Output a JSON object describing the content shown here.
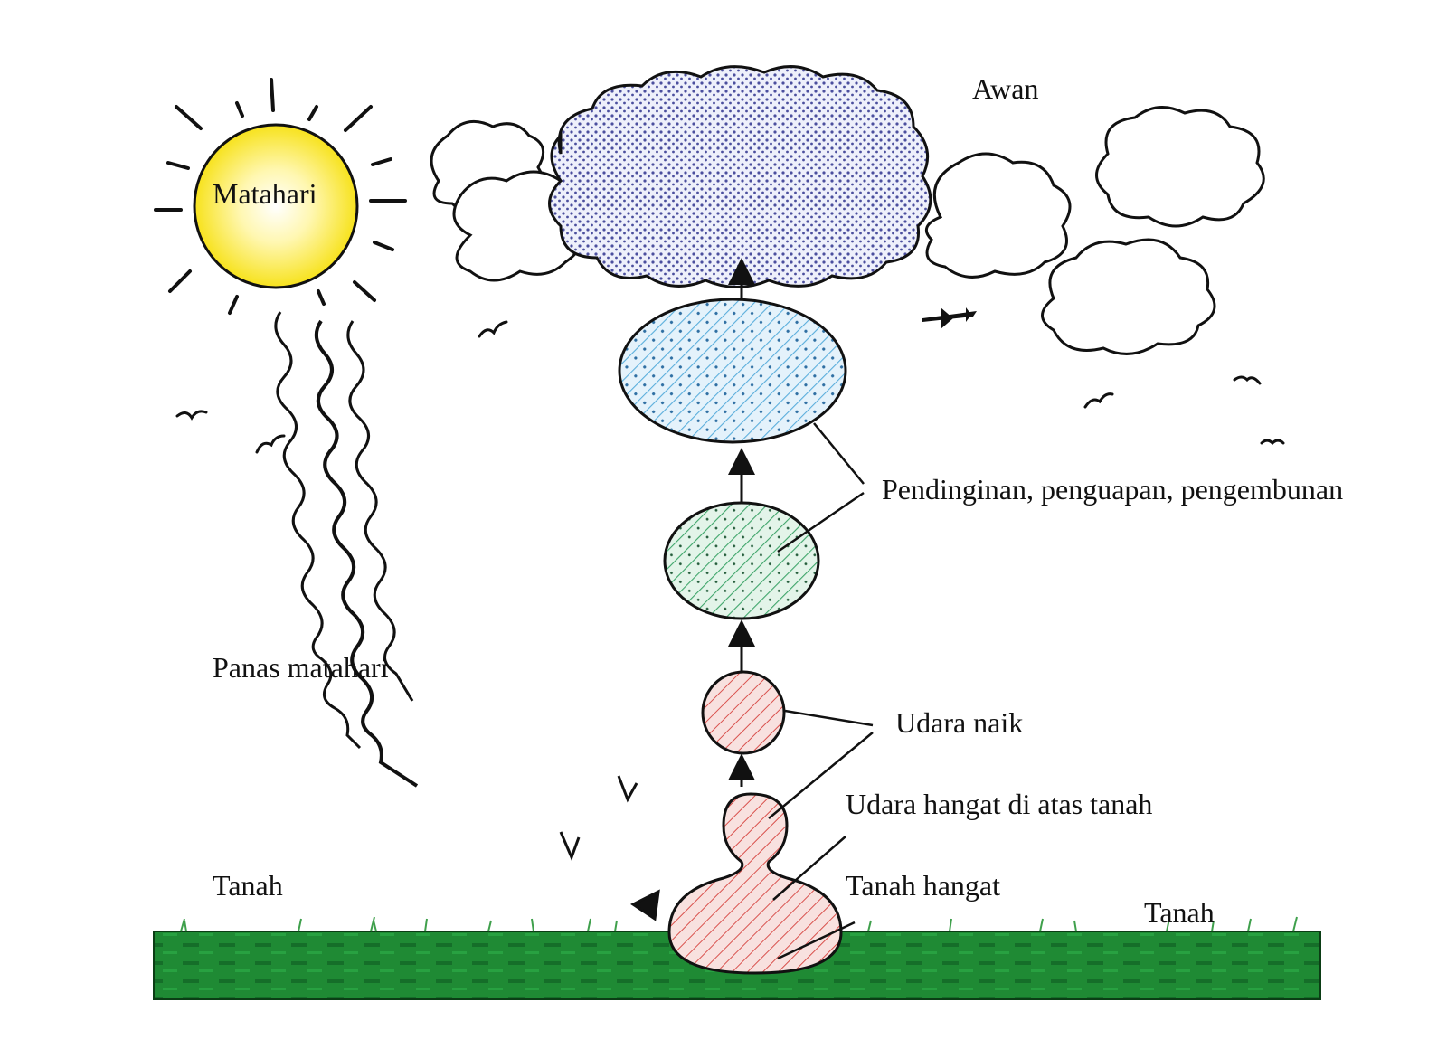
{
  "labels": {
    "sun": "Matahari",
    "cloud": "Awan",
    "sun_heat": "Panas matahari",
    "cooling": "Pendinginan, penguapan, pengembunan",
    "rising_air": "Udara naik",
    "warm_air": "Udara hangat di atas tanah",
    "warm_ground": "Tanah hangat",
    "ground_left": "Tanah",
    "ground_right": "Tanah"
  },
  "colors": {
    "sun_fill": "#f7e21c",
    "sun_core": "#ffffff",
    "ground": "#1f8a34",
    "ground_dark": "#0f5c21",
    "cloud_dots": "#4b4f9e",
    "bubble_blue": "#5aaedc",
    "bubble_green": "#3ea56a",
    "bubble_red": "#d9504c",
    "bubble_red_fill": "#f6d6d4",
    "ink": "#111111"
  },
  "icons": [
    "sun-icon",
    "cloud-icon",
    "bird-icon",
    "airplane-icon",
    "heat-wave-arrow-icon"
  ]
}
